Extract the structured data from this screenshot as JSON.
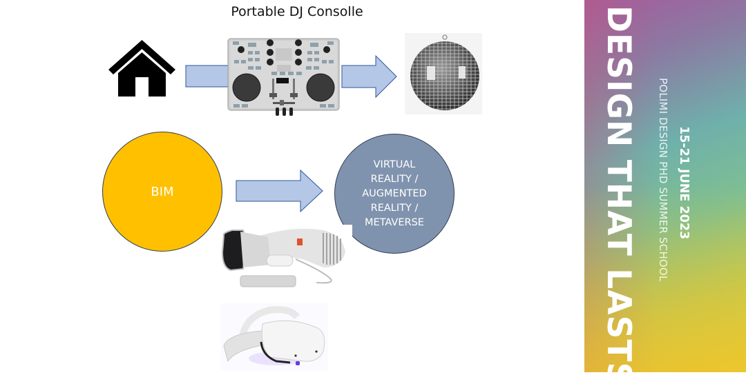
{
  "slide": {
    "title": "Portable DJ Consolle",
    "flow_top": {
      "start_icon": "house-icon",
      "middle_image": "dj-controller-image",
      "end_image": "disco-ball-image"
    },
    "flow_bottom": {
      "source_label": "BIM",
      "target_label_lines": [
        "VIRTUAL",
        "REALITY /",
        "AUGMENTED",
        "REALITY /",
        "METAVERSE"
      ],
      "images": [
        "vr-headset-apple-vision-pro-image",
        "vr-headset-meta-quest-image"
      ]
    },
    "colors": {
      "bim_fill": "#ffc000",
      "vr_fill": "#8093ae",
      "arrow_fill": "#b4c7e7",
      "arrow_stroke": "#2f5597",
      "circle_stroke": "#2f3b52"
    }
  },
  "banner": {
    "headline": "DESIGN THAT LASTS",
    "date": "15-21 JUNE 2023",
    "subtitle": "POLIMI DESIGN PHD SUMMER SCHOOL"
  }
}
